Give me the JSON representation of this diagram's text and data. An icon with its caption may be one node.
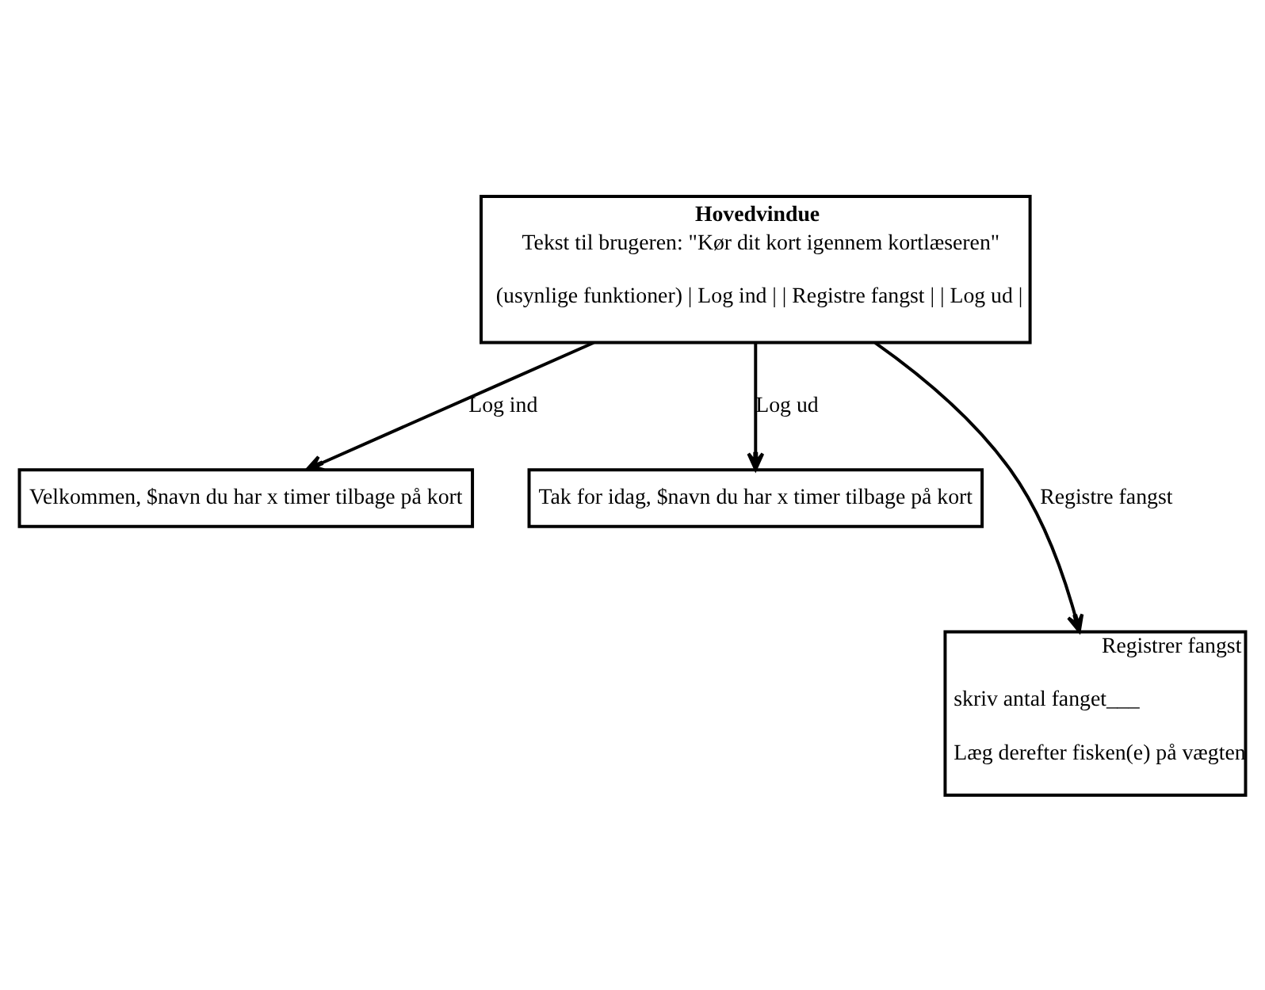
{
  "diagram": {
    "nodes": [
      {
        "text": [
          "Hovedvindue",
          "Tekst til brugeren: \"Kør dit kort igennem kortlæseren\"",
          "(usynlige funktioner) | Log ind | | Registre fangst | | Log ud |"
        ]
      },
      {
        "text": [
          "Velkommen, $navn du har x timer tilbage på kort"
        ]
      },
      {
        "text": [
          "Tak for idag, $navn du har x timer tilbage på kort"
        ]
      },
      {
        "text": [
          "Registrer fangst",
          "skriv antal fanget___",
          "Læg derefter fisken(e) på vægten"
        ]
      }
    ],
    "edges": [
      {
        "from": 0,
        "to": 1,
        "arrow": "to",
        "label": "Log ind"
      },
      {
        "from": 0,
        "to": 3,
        "arrow": "to",
        "label": "Registre fangst"
      },
      {
        "from": 0,
        "to": 2,
        "arrow": "to",
        "label": "Log ud"
      }
    ]
  }
}
